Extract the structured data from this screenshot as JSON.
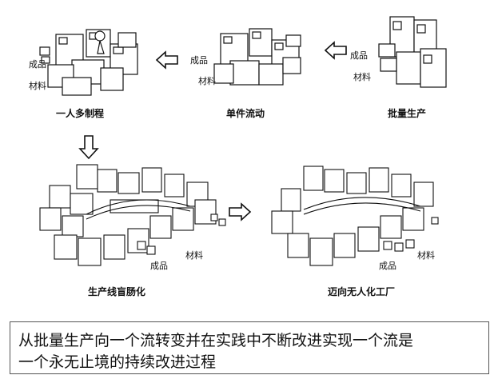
{
  "stages": {
    "craft": {
      "title": "一人多制程",
      "product_label": "成品",
      "material_label": "材料"
    },
    "single_flow": {
      "title": "单件流动",
      "product_label": "成品",
      "material_label": "材料"
    },
    "batch": {
      "title": "批量生产",
      "product_label": "成品",
      "material_label": "材料"
    },
    "blind_intestine": {
      "title": "生产线盲肠化",
      "product_label": "成品",
      "material_label": "材料"
    },
    "unmanned": {
      "title": "迈向无人化工厂",
      "product_label": "成品",
      "material_label": "材料"
    }
  },
  "caption": {
    "line1": "从批量生产向一个流转变并在实践中不断改进实现一个流是",
    "line2": "一个永无止境的持续改进过程"
  }
}
